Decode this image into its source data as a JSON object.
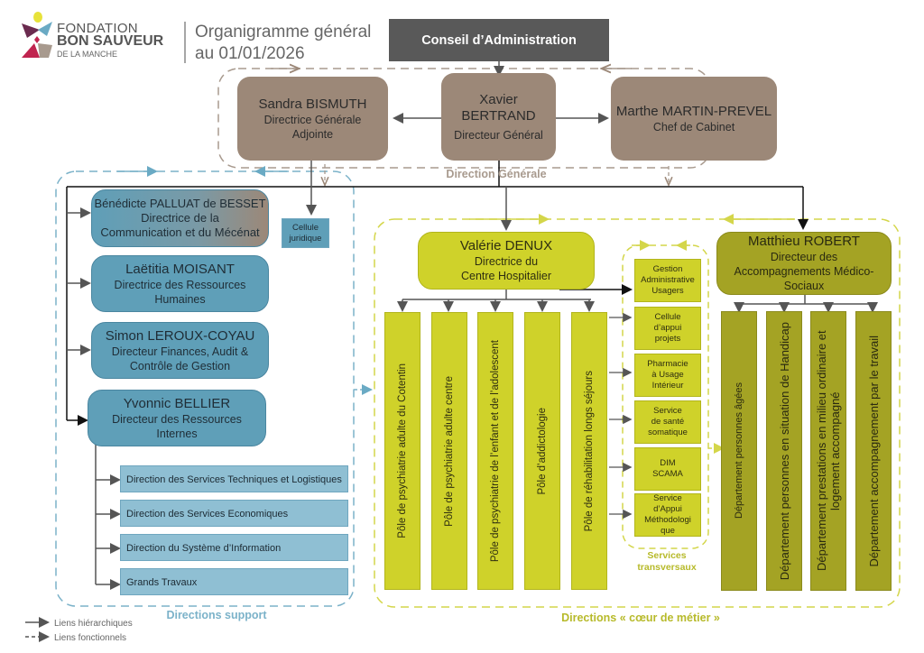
{
  "logo": {
    "line1": "FONDATION",
    "line2": "BON SAUVEUR",
    "line3": "DE LA MANCHE"
  },
  "title": {
    "line1": "Organigramme général",
    "line2": "au 01/01/2026"
  },
  "board": {
    "label": "Conseil d’Administration"
  },
  "general_direction": {
    "label": "Direction Générale",
    "deputy": {
      "name": "Sandra BISMUTH",
      "role_line1": "Directrice Générale",
      "role_line2": "Adjointe"
    },
    "director": {
      "name_line1": "Xavier",
      "name_line2": "BERTRAND",
      "role": "Directeur Général"
    },
    "chief_of_staff": {
      "name": "Marthe MARTIN-PREVEL",
      "role": "Chef de Cabinet"
    }
  },
  "legal_cell": {
    "line1": "Cellule",
    "line2": "juridique"
  },
  "support": {
    "label": "Directions support",
    "directors": [
      {
        "name": "Bénédicte PALLUAT de BESSET",
        "role_line1": "Directrice de la",
        "role_line2": "Communication et du Mécénat"
      },
      {
        "name": "Laëtitia MOISANT",
        "role_line1": "Directrice des Ressources",
        "role_line2": "Humaines"
      },
      {
        "name": "Simon LEROUX-COYAU",
        "role_line1": "Directeur Finances, Audit &",
        "role_line2": "Contrôle de Gestion"
      },
      {
        "name": "Yvonnic BELLIER",
        "role_line1": "Directeur des Ressources",
        "role_line2": "Internes"
      }
    ],
    "sub_directions": [
      "Direction des Services Techniques et Logistiques",
      "Direction des Services Economiques",
      "Direction du Système d’Information",
      "Grands Travaux"
    ]
  },
  "core": {
    "label": "Directions « cœur de métier »",
    "hospital": {
      "name": "Valérie DENUX",
      "role_line1": "Directrice du",
      "role_line2": "Centre Hospitalier",
      "poles": [
        "Pôle de psychiatrie adulte du Cotentin",
        "Pôle de psychiatrie adulte centre",
        "Pôle de psychiatrie de l’enfant et de l’adolescent",
        "Pôle d’addictologie",
        "Pôle de réhabilitation longs séjours"
      ]
    },
    "transversal": {
      "label_line1": "Services",
      "label_line2": "transversaux",
      "services": [
        [
          "Gestion",
          "Administrative",
          "Usagers"
        ],
        [
          "Cellule",
          "d’appui",
          "projets"
        ],
        [
          "Pharmacie",
          "à Usage",
          "Intérieur"
        ],
        [
          "Service",
          "de santé",
          "somatique"
        ],
        [
          "DIM",
          "SCAMA"
        ],
        [
          "Service",
          "d’Appui",
          "Méthodologi",
          "que"
        ]
      ]
    },
    "medico_social": {
      "name": "Matthieu ROBERT",
      "role_line1": "Directeur des",
      "role_line2": "Accompagnements Médico-",
      "role_line3": "Sociaux",
      "departments": [
        "Département personnes âgées",
        "Département personnes en situation de Handicap",
        "Département prestations en milieu ordinaire et logement accompagné",
        "Département accompagnement par le travail"
      ]
    }
  },
  "legend": {
    "hierarchical": "Liens hiérarchiques",
    "functional": "Liens fonctionnels"
  },
  "colors": {
    "general": "#9c8878",
    "support": "#5f9fb8",
    "hospital": "#cfd22a",
    "medico_social": "#a4a324",
    "board": "#595959"
  }
}
